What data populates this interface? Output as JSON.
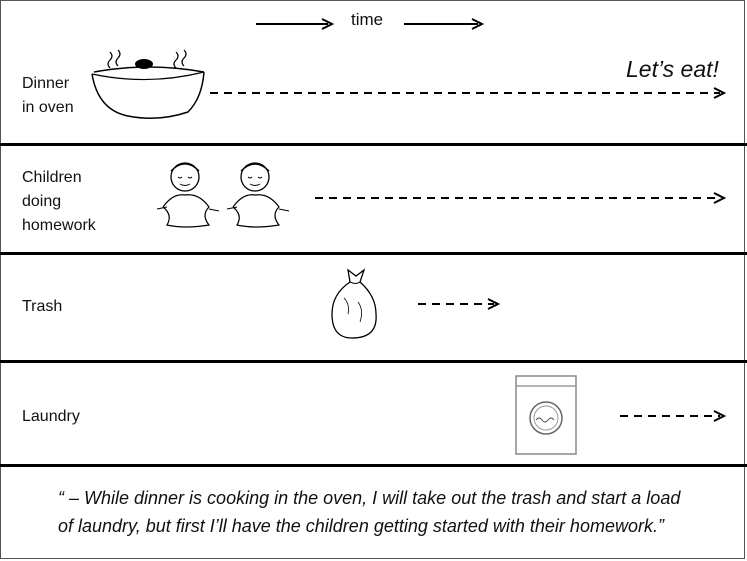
{
  "header": {
    "time_label": "time"
  },
  "rows": [
    {
      "label_lines": [
        "Dinner",
        "in oven"
      ],
      "icon": "bowl-icon",
      "end_text": "Let’s eat!"
    },
    {
      "label_lines": [
        "Children",
        "doing",
        "homework"
      ],
      "icon": "children-icon"
    },
    {
      "label_lines": [
        "Trash"
      ],
      "icon": "trash-bag-icon"
    },
    {
      "label_lines": [
        "Laundry"
      ],
      "icon": "washing-machine-icon"
    }
  ],
  "quote": {
    "line1": "“ – While dinner is cooking in the oven, I will take out the trash and start a load",
    "line2": "of laundry, but first I’ll have the children getting started with their homework.”"
  },
  "colors": {
    "line": "#000000",
    "frame": "#555555"
  }
}
